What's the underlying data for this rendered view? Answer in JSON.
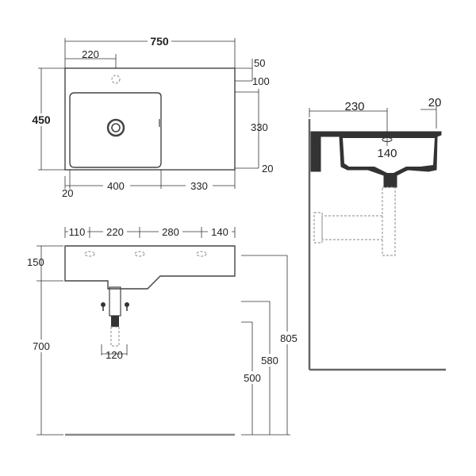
{
  "top_view": {
    "overall_width": "750",
    "overall_depth": "450",
    "tap_offset": "220",
    "rim_top": "50",
    "edge_to_bowl": "100",
    "bowl_depth": "330",
    "bowl_rear": "20",
    "left_margin": "20",
    "bowl_width": "400",
    "shelf_width": "330"
  },
  "front_view": {
    "hole_1": "110",
    "hole_2": "220",
    "hole_3": "280",
    "hole_4": "140",
    "basin_height": "150",
    "mount_height": "700",
    "waste_spacing": "120",
    "height_500": "500",
    "height_580": "580",
    "height_805": "805"
  },
  "side_view": {
    "waste_from_wall": "230",
    "rim_thickness": "20",
    "overflow_height": "140"
  }
}
